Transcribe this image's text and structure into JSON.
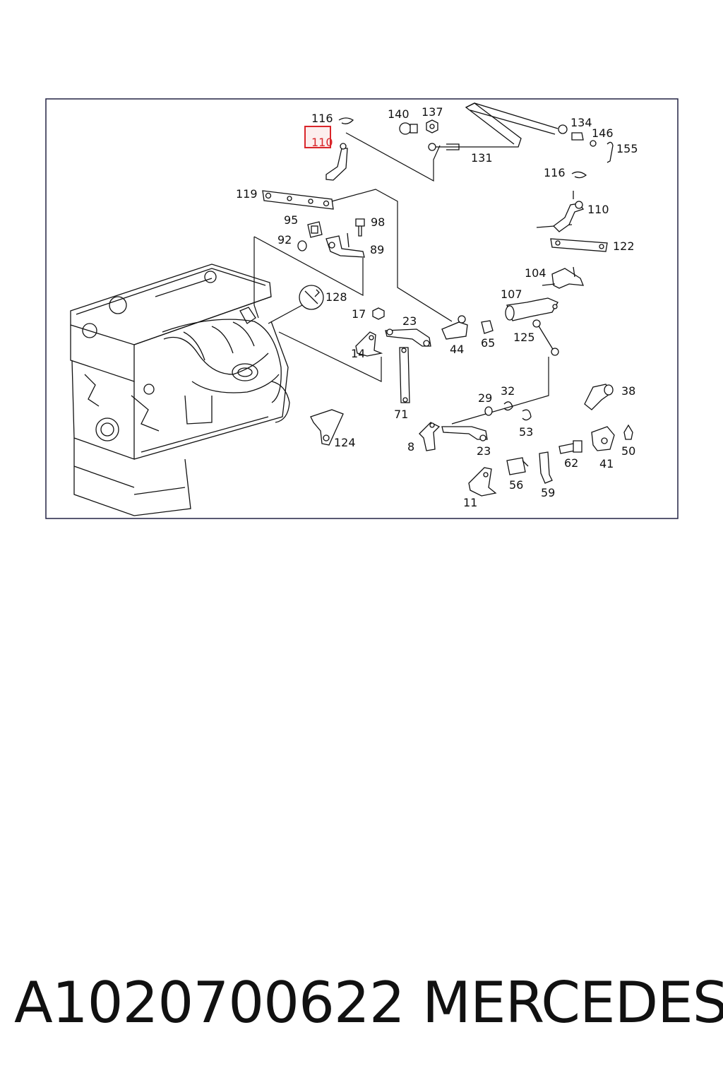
{
  "diagram": {
    "frame_color": "#222244",
    "highlight_color": "#d9252a",
    "highlighted_part": "110",
    "callouts": [
      "116",
      "110",
      "140",
      "137",
      "134",
      "146",
      "155",
      "131",
      "116",
      "110",
      "119",
      "95",
      "98",
      "92",
      "89",
      "122",
      "104",
      "107",
      "128",
      "17",
      "23",
      "44",
      "65",
      "125",
      "14",
      "71",
      "29",
      "32",
      "38",
      "124",
      "8",
      "23",
      "53",
      "62",
      "41",
      "50",
      "56",
      "11",
      "59"
    ]
  },
  "footer": {
    "part_number": "A1020700622",
    "brand": "MERCEDES"
  }
}
